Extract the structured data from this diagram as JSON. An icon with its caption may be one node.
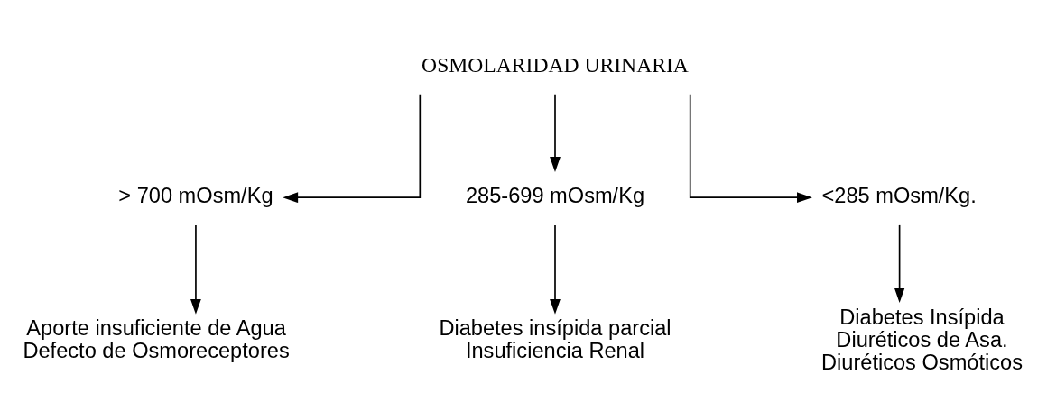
{
  "diagram": {
    "nodes": [
      {
        "text": [
          "OSMOLARIDAD URINARIA"
        ]
      },
      {
        "text": [
          "> 700 mOsm/Kg"
        ]
      },
      {
        "text": [
          "285-699 mOsm/Kg"
        ]
      },
      {
        "text": [
          "<285 mOsm/Kg."
        ]
      },
      {
        "text": [
          "Aporte insuficiente de Agua",
          "Defecto de Osmoreceptores"
        ]
      },
      {
        "text": [
          "Diabetes insípida parcial",
          "Insuficiencia Renal"
        ]
      },
      {
        "text": [
          "Diabetes Insípida",
          "Diuréticos de Asa.",
          "Diuréticos Osmóticos"
        ]
      }
    ],
    "edges": [
      {
        "from": 0,
        "to": 1,
        "arrow": "to"
      },
      {
        "from": 0,
        "to": 2,
        "arrow": "to"
      },
      {
        "from": 0,
        "to": 3,
        "arrow": "to"
      },
      {
        "from": 1,
        "to": 4,
        "arrow": "to"
      },
      {
        "from": 2,
        "to": 5,
        "arrow": "to"
      },
      {
        "from": 3,
        "to": 6,
        "arrow": "to"
      }
    ]
  }
}
